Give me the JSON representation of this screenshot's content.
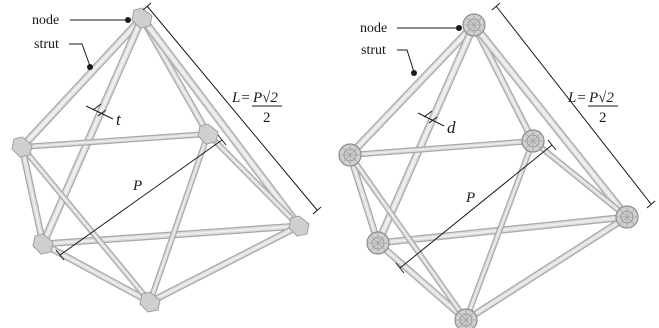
{
  "panels": [
    {
      "id": "left",
      "node_label": "node",
      "strut_label": "strut",
      "thickness_symbol": "t",
      "edge_length_formula": {
        "lhs": "L",
        "eq": "=",
        "numerator": "P√2",
        "denominator": "2"
      },
      "diagonal_symbol": "P"
    },
    {
      "id": "right",
      "node_label": "node",
      "strut_label": "strut",
      "thickness_symbol": "d",
      "edge_length_formula": {
        "lhs": "L",
        "eq": "=",
        "numerator": "P√2",
        "denominator": "2"
      },
      "diagonal_symbol": "P"
    }
  ],
  "colors": {
    "strut_shadow": "#a9a9a9",
    "strut_face": "#dcdcdc",
    "strut_highlight": "#f0f0f0",
    "node_fill": "#cfcfcf",
    "ink": "#1a1a1a"
  }
}
